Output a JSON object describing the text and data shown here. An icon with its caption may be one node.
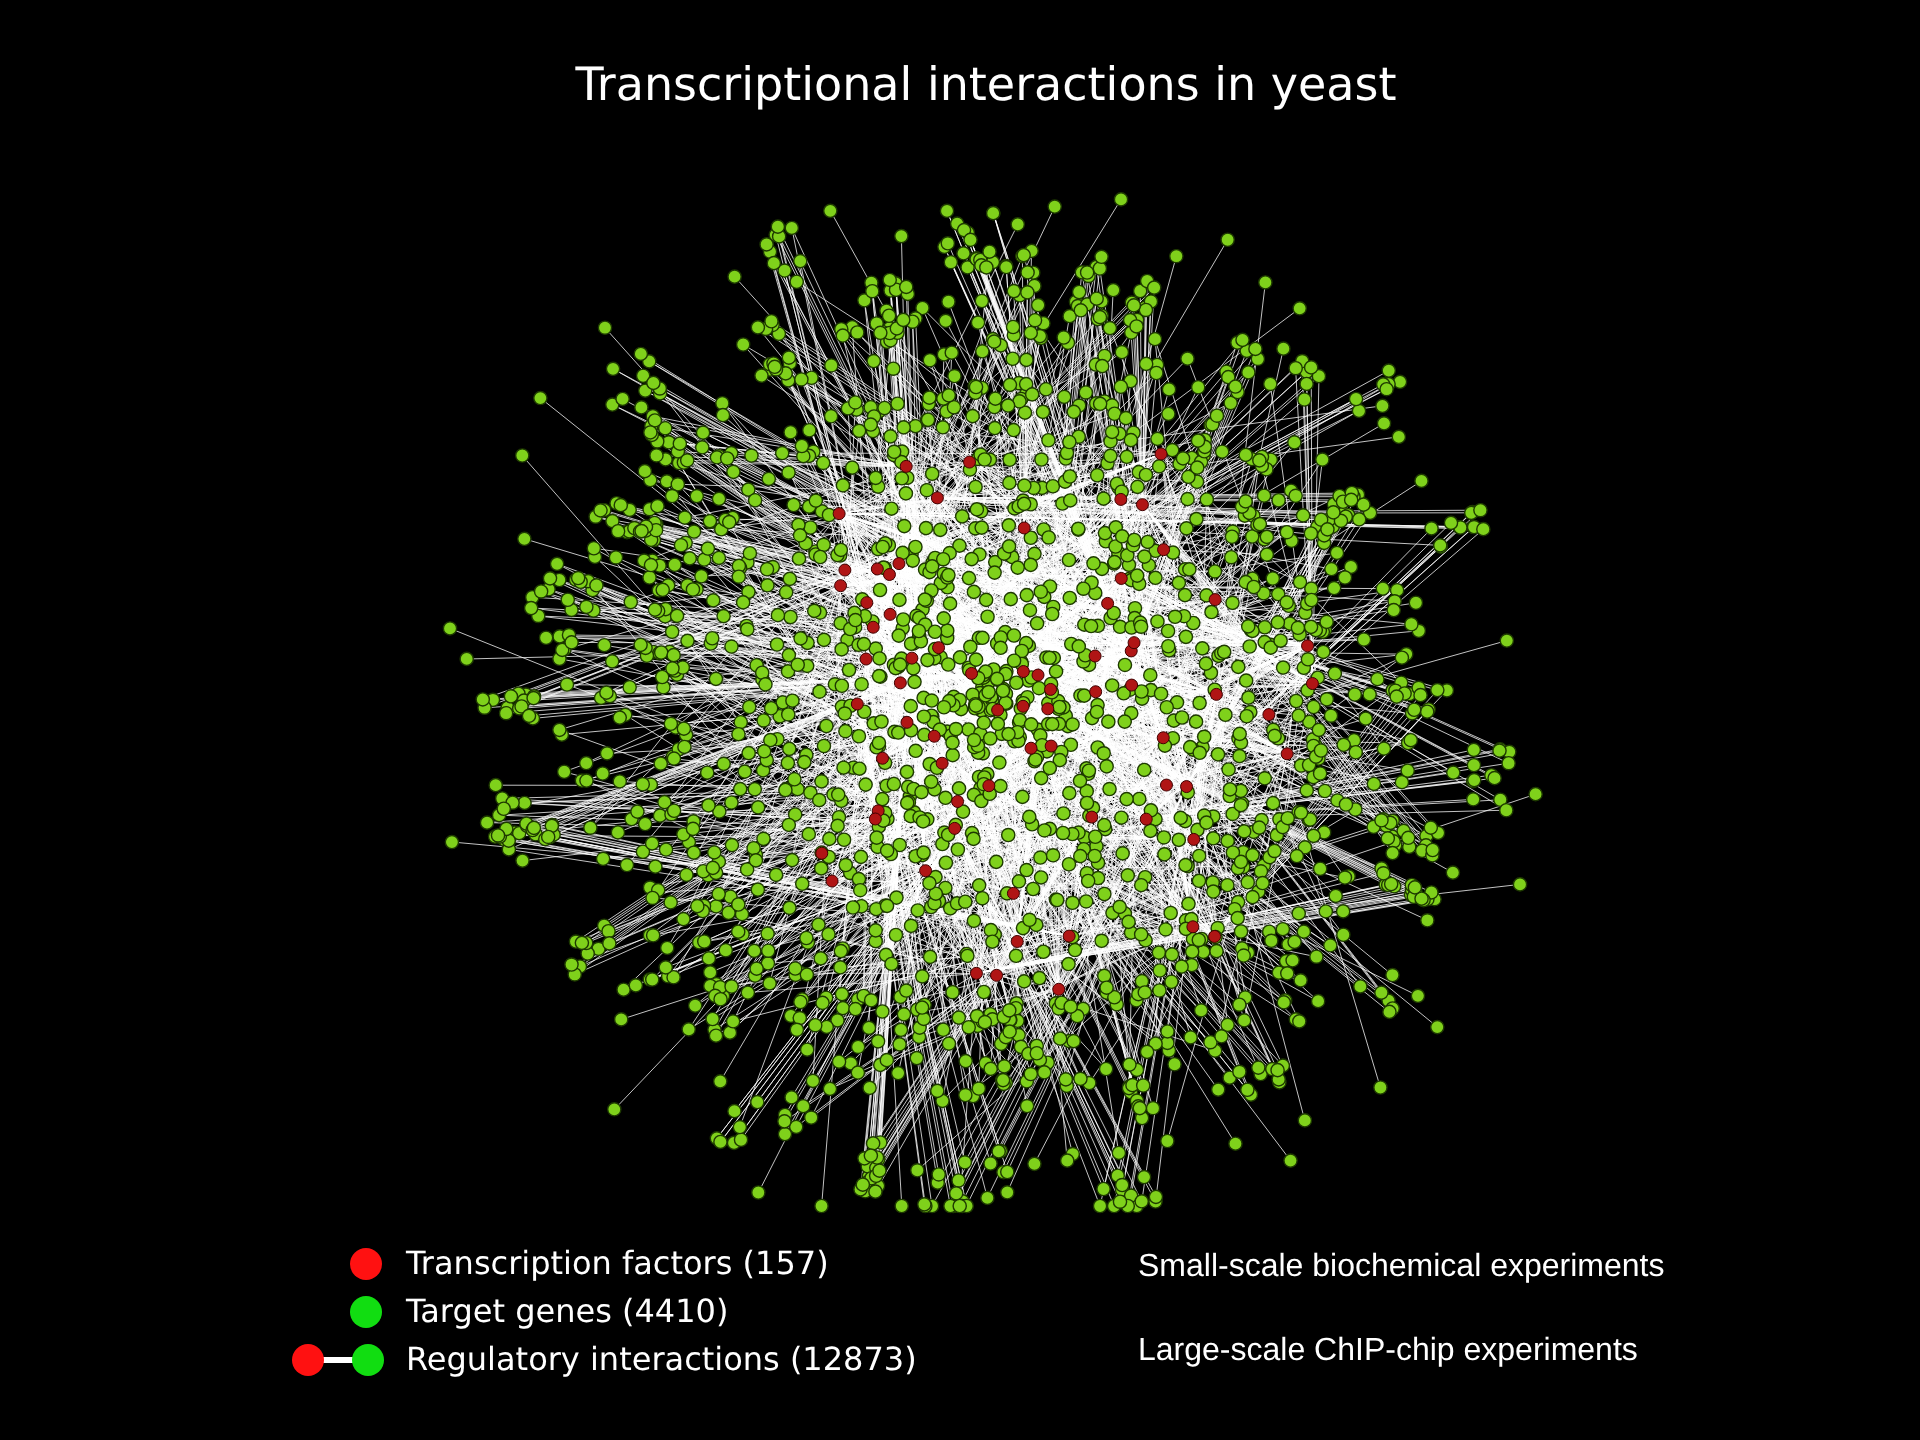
{
  "diagram": {
    "title": "Transcriptional interactions in yeast",
    "labels": [
      "Small-scale biochemical experiments",
      "Large-scale ChIP-chip experiments"
    ],
    "legend": [
      {
        "text": "Transcription factors (157)",
        "color": "#ff1111"
      },
      {
        "text": "Target genes (4410)",
        "color": "#11dd11"
      },
      {
        "text": "Regulatory interactions (12873)"
      }
    ]
  }
}
